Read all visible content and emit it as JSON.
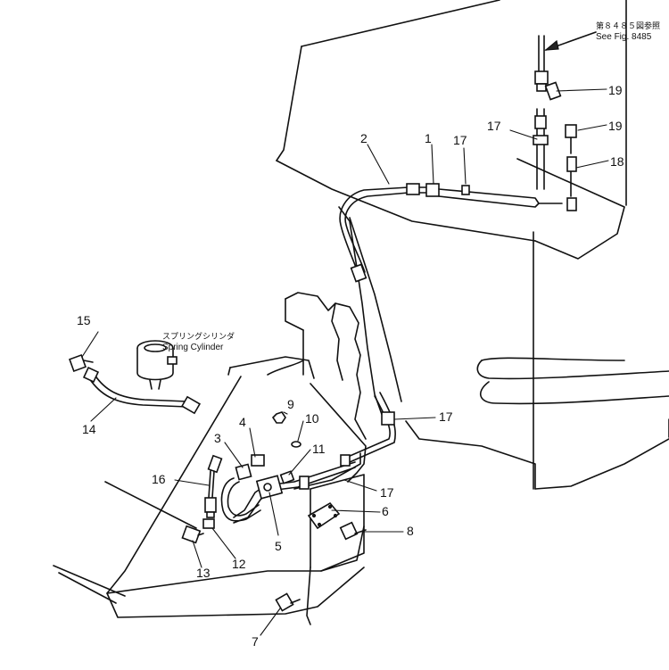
{
  "reference": {
    "jp": "第８４８５図参照",
    "en": "See Fig. 8485"
  },
  "spring_cylinder": {
    "jp": "スプリングシリンダ",
    "en": "Spring Cylinder"
  },
  "callouts": {
    "c1": "1",
    "c2": "2",
    "c3": "3",
    "c4": "4",
    "c5": "5",
    "c6": "6",
    "c7": "7",
    "c8": "8",
    "c9": "9",
    "c10": "10",
    "c11": "11",
    "c12": "12",
    "c13": "13",
    "c14": "14",
    "c15": "15",
    "c16": "16",
    "c17a": "17",
    "c17b": "17",
    "c17c": "17",
    "c17d": "17",
    "c18": "18",
    "c19a": "19",
    "c19b": "19"
  }
}
